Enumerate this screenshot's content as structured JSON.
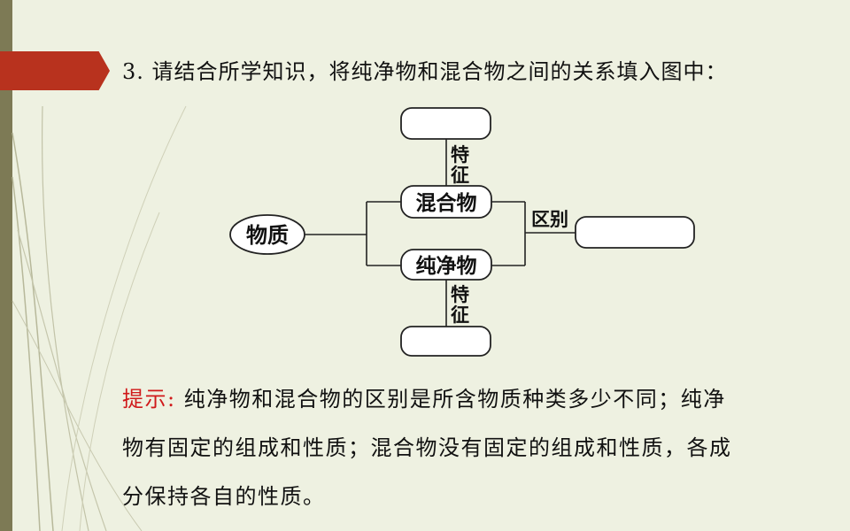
{
  "question": {
    "text": "3. 请结合所学知识，将纯净物和混合物之间的关系填入图中："
  },
  "diagram": {
    "root": "物质",
    "mixture": "混合物",
    "pure": "纯净物",
    "feature_top_1": "特",
    "feature_top_2": "征",
    "feature_bottom_1": "特",
    "feature_bottom_2": "征",
    "difference": "区别"
  },
  "hint": {
    "label": "提示:",
    "lines": [
      "纯净物和混合物的区别是所含物质种类多少不同；纯净",
      "物有固定的组成和性质；混合物没有固定的组成和性质，各成",
      "分保持各自的性质。"
    ]
  },
  "colors": {
    "background": "#eef1e1",
    "accent_red": "#b8321e",
    "left_bar": "#7d7a55",
    "hint_label": "#d0191a"
  }
}
